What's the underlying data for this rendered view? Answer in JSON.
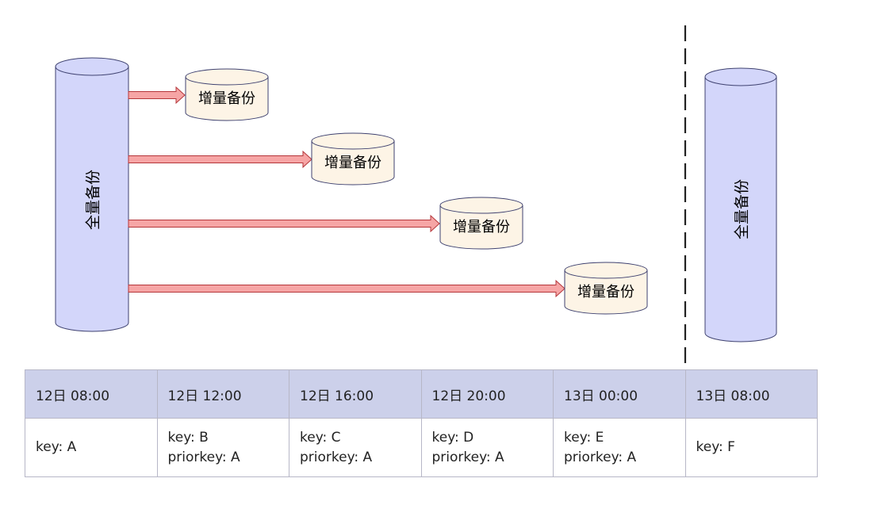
{
  "full_backup_label": "全量备份",
  "incremental_backup_label": "增量备份",
  "colors": {
    "full_backup_fill": "#d3d6fa",
    "full_backup_stroke": "#3f4270",
    "incremental_fill": "#fdf4e6",
    "incremental_stroke": "#3f4270",
    "arrow_fill": "#f6a5a5",
    "arrow_stroke": "#b5363a",
    "table_header_bg": "#ccd0ea"
  },
  "timeline": [
    {
      "time": "12日 08:00",
      "lines": [
        "key:  A"
      ]
    },
    {
      "time": "12日 12:00",
      "lines": [
        "key:  B",
        "priorkey:  A"
      ]
    },
    {
      "time": "12日 16:00",
      "lines": [
        "key:  C",
        "priorkey:  A"
      ]
    },
    {
      "time": "12日 20:00",
      "lines": [
        "key:  D",
        "priorkey:  A"
      ]
    },
    {
      "time": "13日 00:00",
      "lines": [
        "key:  E",
        "priorkey:  A"
      ]
    },
    {
      "time": "13日 08:00",
      "lines": [
        "key:  F"
      ]
    }
  ]
}
